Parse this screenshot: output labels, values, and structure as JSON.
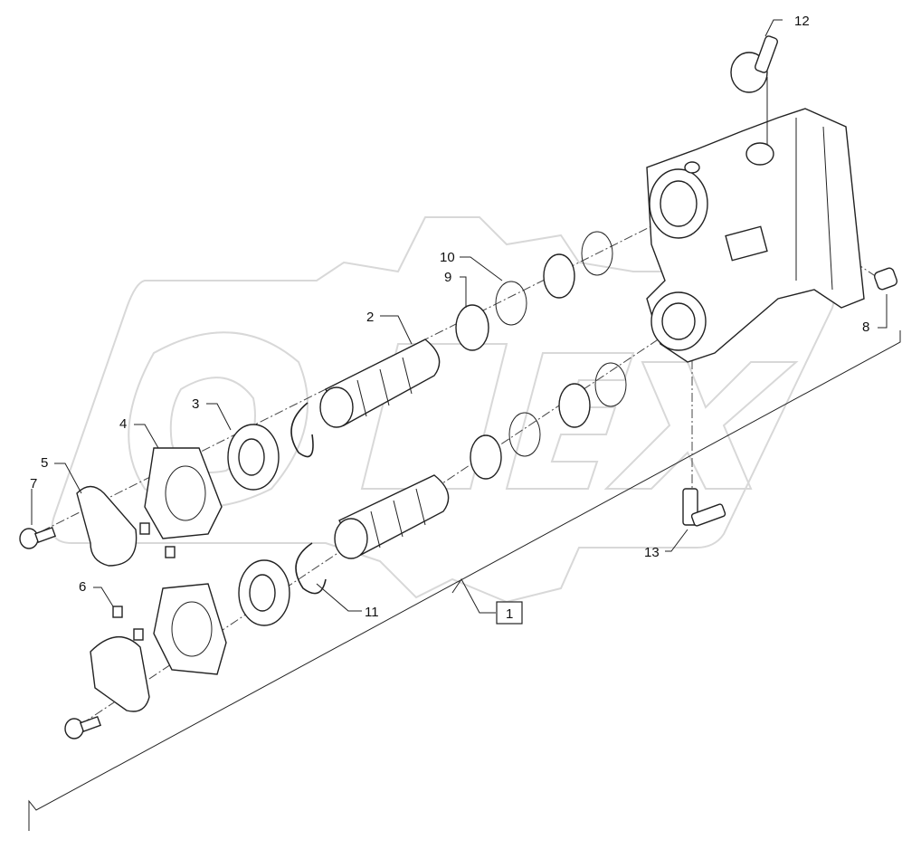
{
  "diagram": {
    "watermark": "OPEX",
    "callouts": [
      {
        "id": "12",
        "label": "12"
      },
      {
        "id": "10",
        "label": "10"
      },
      {
        "id": "9",
        "label": "9"
      },
      {
        "id": "2",
        "label": "2"
      },
      {
        "id": "3",
        "label": "3"
      },
      {
        "id": "4",
        "label": "4"
      },
      {
        "id": "5",
        "label": "5"
      },
      {
        "id": "7",
        "label": "7"
      },
      {
        "id": "6",
        "label": "6"
      },
      {
        "id": "11",
        "label": "11"
      },
      {
        "id": "1",
        "label": "1"
      },
      {
        "id": "13",
        "label": "13"
      },
      {
        "id": "8",
        "label": "8"
      }
    ]
  }
}
